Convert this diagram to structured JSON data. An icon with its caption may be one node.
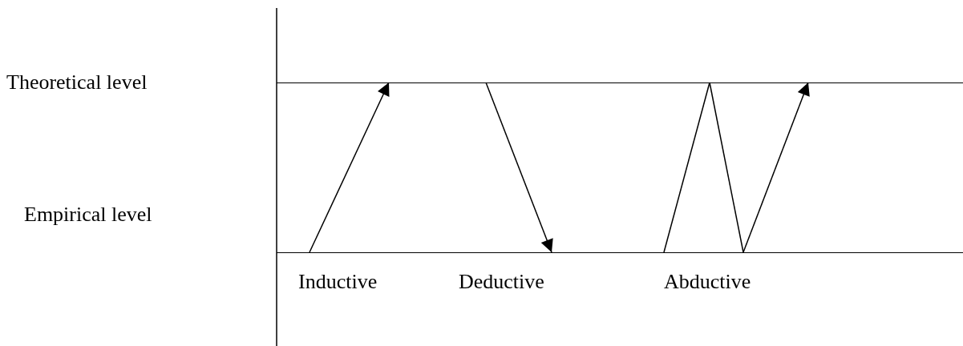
{
  "diagram": {
    "nodes": [
      {
        "text": [
          "Theoretical level"
        ]
      },
      {
        "text": [
          "Empirical level"
        ]
      }
    ],
    "edges": [
      {
        "from": 1,
        "to": 0,
        "arrow": "to"
      },
      {
        "from": 0,
        "to": 1,
        "arrow": "to"
      },
      {
        "from": 1,
        "to": 0,
        "arrow": "none"
      },
      {
        "from": 0,
        "to": 1,
        "arrow": "none"
      },
      {
        "from": 1,
        "to": 0,
        "arrow": "to"
      }
    ],
    "labels": [
      "Inductive",
      "Deductive",
      "Abductive"
    ]
  }
}
